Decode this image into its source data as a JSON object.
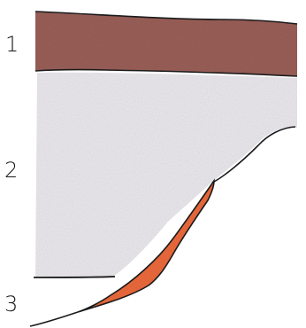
{
  "colors": {
    "background": "#ffffff",
    "top_layer": "#9a5f58",
    "middle_layer": "#ebe9ee",
    "lens_fill": "#ec6a3c",
    "outline": "#1b1b1b"
  },
  "layers": [
    {
      "label": "1",
      "description_color": "reddish-brown band"
    },
    {
      "label": "2",
      "description_color": "light grey block"
    },
    {
      "label": "3",
      "description_color": "orange-red wedge"
    }
  ]
}
